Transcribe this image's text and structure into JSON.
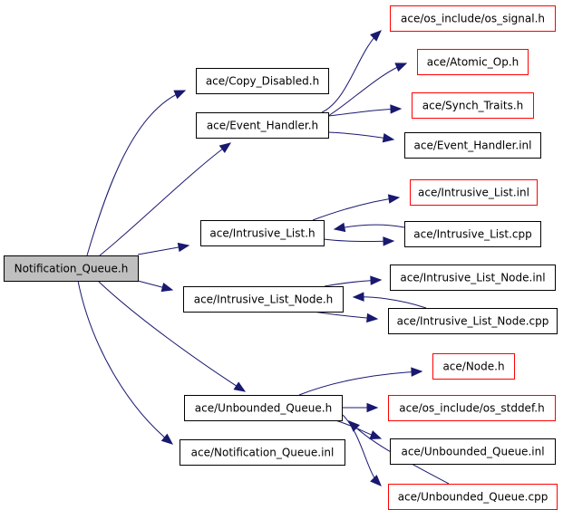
{
  "diagram": {
    "colors": {
      "edge": "#191970",
      "border_default": "#000000",
      "border_external": "#ff0000",
      "fill_default": "#ffffff",
      "fill_root": "#bfbfbf",
      "text": "#000000"
    },
    "nodes": [
      {
        "id": "notification_queue_h",
        "label": "Notification_Queue.h",
        "style": "root"
      },
      {
        "id": "copy_disabled_h",
        "label": "ace/Copy_Disabled.h",
        "style": "default"
      },
      {
        "id": "event_handler_h",
        "label": "ace/Event_Handler.h",
        "style": "default"
      },
      {
        "id": "os_signal_h",
        "label": "ace/os_include/os_signal.h",
        "style": "external"
      },
      {
        "id": "atomic_op_h",
        "label": "ace/Atomic_Op.h",
        "style": "external"
      },
      {
        "id": "synch_traits_h",
        "label": "ace/Synch_Traits.h",
        "style": "external"
      },
      {
        "id": "event_handler_inl",
        "label": "ace/Event_Handler.inl",
        "style": "default"
      },
      {
        "id": "intrusive_list_h",
        "label": "ace/Intrusive_List.h",
        "style": "default"
      },
      {
        "id": "intrusive_list_inl",
        "label": "ace/Intrusive_List.inl",
        "style": "external"
      },
      {
        "id": "intrusive_list_cpp",
        "label": "ace/Intrusive_List.cpp",
        "style": "default"
      },
      {
        "id": "intrusive_list_node_h",
        "label": "ace/Intrusive_List_Node.h",
        "style": "default"
      },
      {
        "id": "intrusive_list_node_inl",
        "label": "ace/Intrusive_List_Node.inl",
        "style": "default"
      },
      {
        "id": "intrusive_list_node_cpp",
        "label": "ace/Intrusive_List_Node.cpp",
        "style": "default"
      },
      {
        "id": "unbounded_queue_h",
        "label": "ace/Unbounded_Queue.h",
        "style": "default"
      },
      {
        "id": "node_h",
        "label": "ace/Node.h",
        "style": "external"
      },
      {
        "id": "os_stddef_h",
        "label": "ace/os_include/os_stddef.h",
        "style": "external"
      },
      {
        "id": "unbounded_queue_inl",
        "label": "ace/Unbounded_Queue.inl",
        "style": "default"
      },
      {
        "id": "unbounded_queue_cpp",
        "label": "ace/Unbounded_Queue.cpp",
        "style": "external"
      },
      {
        "id": "notification_queue_inl",
        "label": "ace/Notification_Queue.inl",
        "style": "default"
      }
    ],
    "edges": [
      {
        "from": "notification_queue_h",
        "to": "copy_disabled_h"
      },
      {
        "from": "notification_queue_h",
        "to": "event_handler_h"
      },
      {
        "from": "notification_queue_h",
        "to": "intrusive_list_h"
      },
      {
        "from": "notification_queue_h",
        "to": "intrusive_list_node_h"
      },
      {
        "from": "notification_queue_h",
        "to": "unbounded_queue_h"
      },
      {
        "from": "notification_queue_h",
        "to": "notification_queue_inl"
      },
      {
        "from": "event_handler_h",
        "to": "os_signal_h"
      },
      {
        "from": "event_handler_h",
        "to": "atomic_op_h"
      },
      {
        "from": "event_handler_h",
        "to": "synch_traits_h"
      },
      {
        "from": "event_handler_h",
        "to": "event_handler_inl"
      },
      {
        "from": "intrusive_list_h",
        "to": "intrusive_list_inl"
      },
      {
        "from": "intrusive_list_h",
        "to": "intrusive_list_cpp"
      },
      {
        "from": "intrusive_list_cpp",
        "to": "intrusive_list_h"
      },
      {
        "from": "intrusive_list_node_h",
        "to": "intrusive_list_node_inl"
      },
      {
        "from": "intrusive_list_node_h",
        "to": "intrusive_list_node_cpp"
      },
      {
        "from": "intrusive_list_node_cpp",
        "to": "intrusive_list_node_h"
      },
      {
        "from": "unbounded_queue_h",
        "to": "node_h"
      },
      {
        "from": "unbounded_queue_h",
        "to": "os_stddef_h"
      },
      {
        "from": "unbounded_queue_h",
        "to": "unbounded_queue_inl"
      },
      {
        "from": "unbounded_queue_h",
        "to": "unbounded_queue_cpp"
      },
      {
        "from": "unbounded_queue_cpp",
        "to": "unbounded_queue_h"
      }
    ]
  }
}
